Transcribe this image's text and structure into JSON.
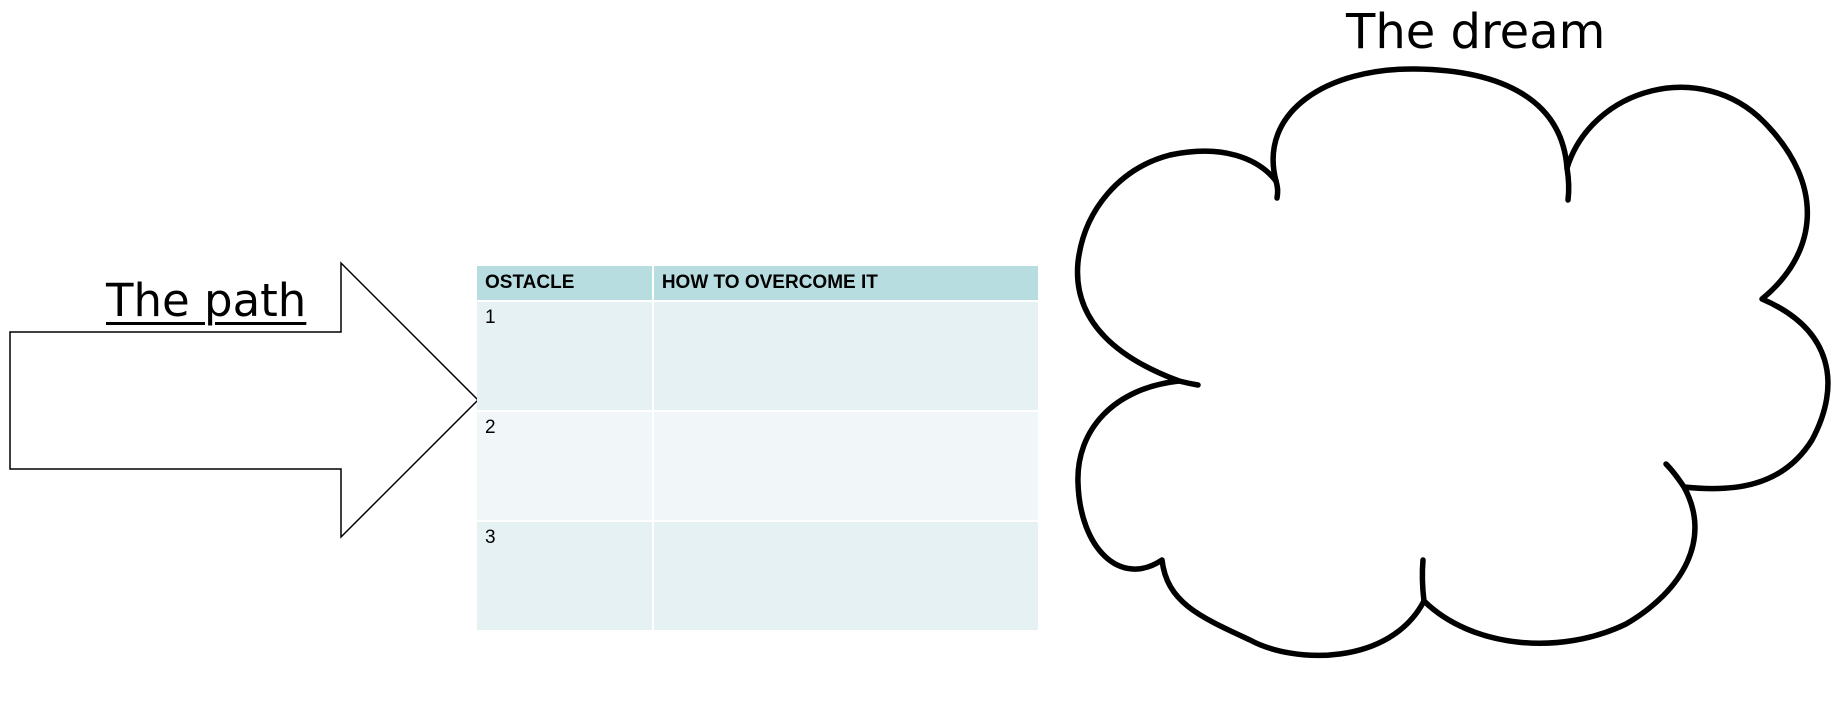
{
  "dream": {
    "title": "The dream"
  },
  "path": {
    "label": "The path"
  },
  "table": {
    "headers": [
      "OSTACLE",
      "HOW TO OVERCOME IT"
    ],
    "rows": [
      [
        "1",
        ""
      ],
      [
        "2",
        ""
      ],
      [
        "3",
        ""
      ]
    ]
  },
  "colors": {
    "header_fill": "#b7dde0",
    "row_fill_dark": "#e5f1f2",
    "row_fill_light": "#f1f7f8"
  },
  "icons": {
    "arrow": "block-arrow-right",
    "cloud": "thought-cloud"
  }
}
